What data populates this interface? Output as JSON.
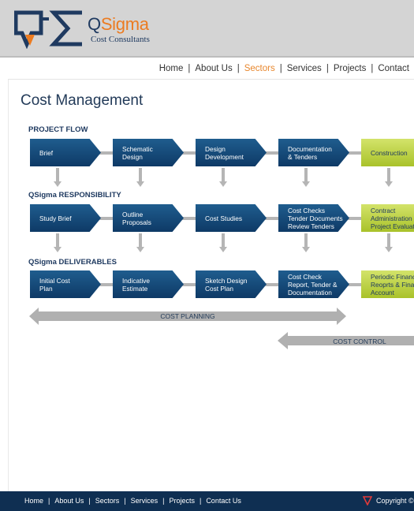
{
  "header": {
    "logo_name_a": "Q",
    "logo_name_b": "Sigma",
    "logo_sub": "Cost Consultants",
    "colors": {
      "brand_navy": "#1f3a60",
      "brand_orange": "#ec7b20"
    }
  },
  "nav": {
    "items": [
      "Home",
      "About Us",
      "Sectors",
      "Services",
      "Projects",
      "Contact"
    ],
    "active": "Sectors"
  },
  "page": {
    "title": "Cost Management"
  },
  "sections": {
    "flow": {
      "label": "PROJECT FLOW",
      "steps": [
        "Brief",
        "Schematic\nDesign",
        "Design\nDevelopment",
        "Documentation\n& Tenders",
        "Construction"
      ]
    },
    "responsibility": {
      "label": "QSigma RESPONSIBILITY",
      "steps": [
        "Study Brief",
        "Outline\nProposals",
        "Cost Studies",
        "Cost Checks\nTender Documents\nReview Tenders",
        "Contract\nAdministration\nProject Evaluation"
      ]
    },
    "deliverables": {
      "label": "QSigma DELIVERABLES",
      "steps": [
        "Initial Cost\nPlan",
        "Indicative\nEstimate",
        "Sketch Design\nCost Plan",
        "Cost Check\nReport, Tender &\nDocumentation",
        "Periodic  Financial\nReoprts & Final\nAccount"
      ]
    }
  },
  "arrows": {
    "planning": "COST PLANNING",
    "control": "COST CONTROL"
  },
  "footer": {
    "items": [
      "Home",
      "About Us",
      "Sectors",
      "Services",
      "Projects",
      "Contact Us"
    ],
    "copyright": "Copyright ©"
  }
}
